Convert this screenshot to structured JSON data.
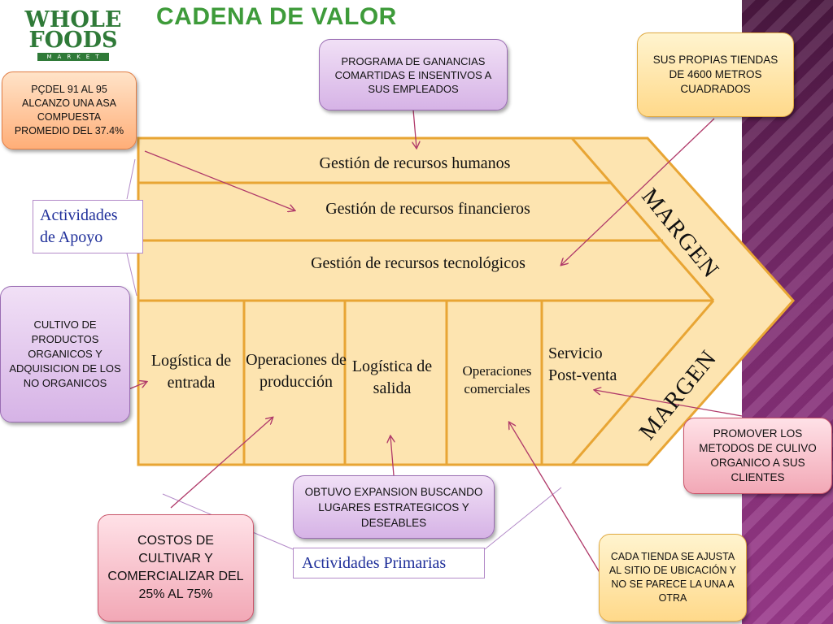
{
  "title": "CADENA DE VALOR",
  "logo": {
    "line1": "WHOLE",
    "line2": "FOODS",
    "line3": "MARKET"
  },
  "value_chain": {
    "support_activities": [
      "Gestión de recursos humanos",
      "Gestión de recursos financieros",
      "Gestión de recursos tecnológicos"
    ],
    "primary_activities": [
      "Logística de entrada",
      "Operaciones de producción",
      "Logística de salida",
      "Operaciones comerciales",
      "Servicio Post-venta"
    ],
    "margin_label_top": "MARGEN",
    "margin_label_bottom": "MARGEN",
    "support_label": "Actividades de Apoyo",
    "primary_label": "Actividades Primarias"
  },
  "callouts": {
    "pcdel": "PÇDEL 91 AL 95 ALCANZO UNA ASA COMPUESTA PROMEDIO DEL 37.4%",
    "programa": "PROGRAMA DE GANANCIAS COMARTIDAS E INSENTIVOS A SUS EMPLEADOS",
    "tiendas": "SUS PROPIAS TIENDAS DE 4600 METROS CUADRADOS",
    "cultivo": "CULTIVO DE PRODUCTOS ORGANICOS Y ADQUISICION DE LOS NO ORGANICOS",
    "promover": "PROMOVER LOS METODOS DE CULIVO ORGANICO A SUS CLIENTES",
    "expansion": "OBTUVO EXPANSION BUSCANDO LUGARES ESTRATEGICOS Y DESEABLES",
    "costos": "COSTOS DE CULTIVAR Y COMERCIALIZAR DEL 25% AL 75%",
    "cada_tienda": "CADA TIENDA  SE AJUSTA  AL SITIO DE UBICACIÓN Y NO SE PARECE LA UNA A OTRA"
  },
  "colors": {
    "chain_fill": "#fde4b0",
    "chain_border": "#e8a534",
    "title_green": "#3e9b3a",
    "arrow": "#b03a6a",
    "side_band": "#7a2a6d"
  }
}
